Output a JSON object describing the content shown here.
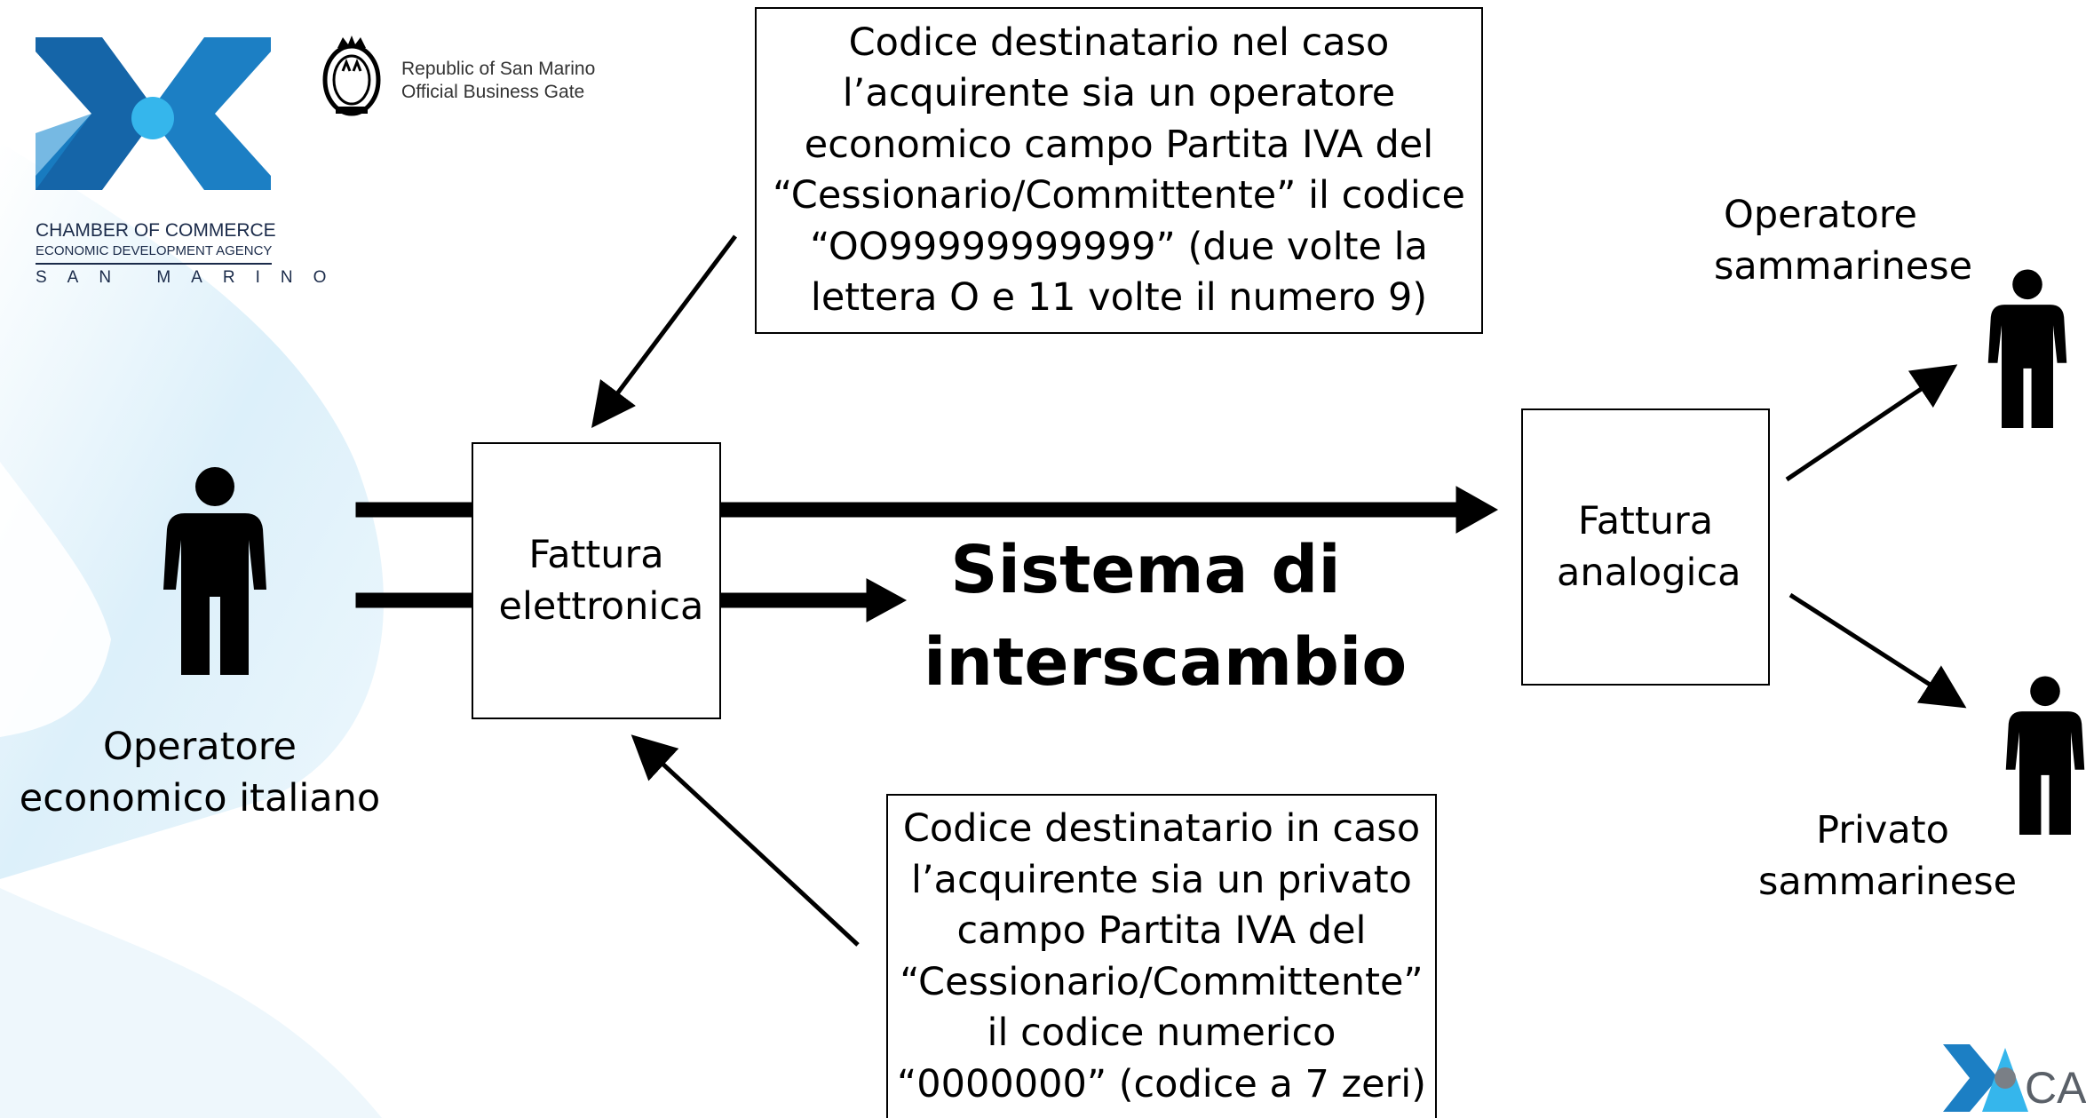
{
  "colors": {
    "logo_dark_blue": "#1565a8",
    "logo_mid_blue": "#1c8fd6",
    "logo_light_blue": "#35b6ec",
    "background_curve": "#d8eefa",
    "text": "#000000",
    "arrow": "#000000"
  },
  "header": {
    "chamber_logo": {
      "line1": "CHAMBER OF COMMERCE",
      "line2": "ECONOMIC DEVELOPMENT AGENCY",
      "line3": "SAN MARINO"
    },
    "republic_logo": {
      "line1": "Republic of San Marino",
      "line2": "Official Business Gate"
    }
  },
  "diagram": {
    "actors": {
      "italian_operator": "Operatore economico italiano",
      "sm_operator": "Operatore sammarinese",
      "sm_private": "Privato sammarinese"
    },
    "boxes": {
      "electronic_invoice": "Fattura elettronica",
      "analog_invoice": "Fattura analogica"
    },
    "center_title": "Sistema di interscambio",
    "notes": {
      "top": "Codice destinatario nel caso l’acquirente sia un operatore economico campo Partita IVA del “Cessionario/Committente” il codice “OO99999999999” (due volte la lettera O e 11 volte il numero 9)",
      "bottom": "Codice destinatario in caso l’acquirente sia un privato campo Partita IVA del “Cessionario/Committente” il codice numerico “0000000” (codice a 7 zeri)"
    }
  },
  "footer": {
    "academy_logo_text": "CAD"
  }
}
